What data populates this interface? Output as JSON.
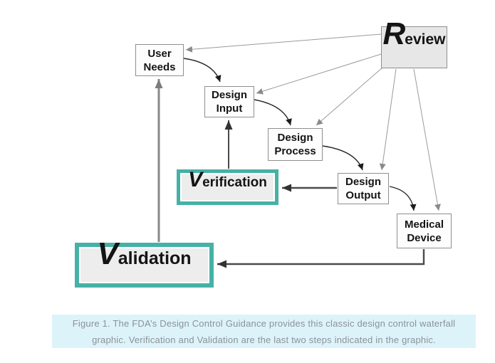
{
  "figure": {
    "boxes": {
      "user_needs": {
        "line1": "User",
        "line2": "Needs"
      },
      "review": {
        "initial": "R",
        "rest": "eview"
      },
      "design_input": {
        "line1": "Design",
        "line2": "Input"
      },
      "design_process": {
        "line1": "Design",
        "line2": "Process"
      },
      "verification": {
        "initial": "V",
        "rest": "erification"
      },
      "design_output": {
        "line1": "Design",
        "line2": "Output"
      },
      "medical_device": {
        "line1": "Medical",
        "line2": "Device"
      },
      "validation": {
        "initial": "V",
        "rest": "alidation"
      }
    },
    "colors": {
      "highlight_teal": "#46b1a6",
      "highlight_fill": "#ededed",
      "review_fill": "#e7e7e7",
      "box_border": "#8f8f8f",
      "arrow_black": "#1c1c1c",
      "arrow_gray": "#8a8a8a"
    }
  },
  "caption": {
    "line1": "Figure 1. The FDA’s Design Control Guidance provides this classic design control waterfall",
    "line2": "graphic. Verification and Validation are the last two steps indicated in the graphic.",
    "background": "#ddf3fa",
    "text_color": "#8b9298"
  }
}
